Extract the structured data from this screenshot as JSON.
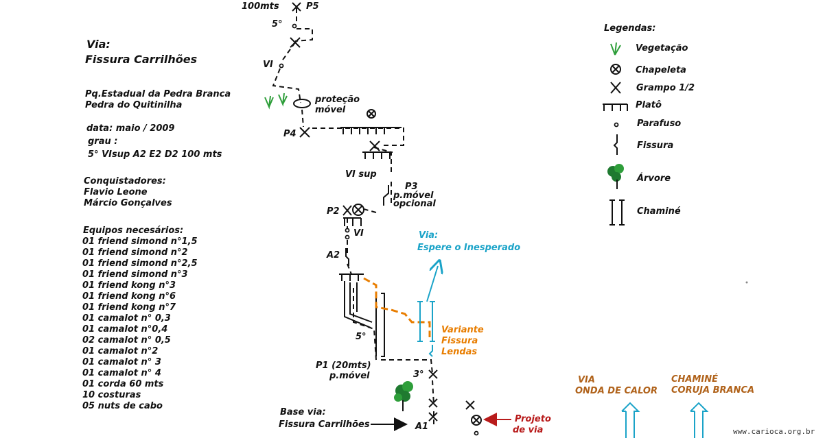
{
  "info": {
    "via_label": "Via:",
    "via_name": "Fissura Carrilhões",
    "park": "Pq.Estadual da Pedra Branca",
    "rock": "Pedra do Quitinilha",
    "date": "data:  maio / 2009",
    "grade_label": "grau :",
    "grade": "5° VIsup   A2    E2 D2  100 mts",
    "conquerors_label": "Conquistadores:",
    "conquerors": [
      "Flavio Leone",
      "Márcio Gonçalves"
    ],
    "equipment_label": "Equipos necesários:",
    "equipment": [
      "01 friend simond n°1,5",
      "01 friend simond n°2",
      "01 friend simond n°2,5",
      "01 friend simond n°3",
      "01 friend kong n°3",
      "01 friend kong n°6",
      "01 friend kong n°7",
      "01 camalot n° 0,3",
      "01 camalot n°0,4",
      "02 camalot n° 0,5",
      "01 camalot n°2",
      "01 camalot n° 3",
      "01 camalot n° 4",
      "01 corda 60 mts",
      "10 costuras",
      "05 nuts de cabo"
    ]
  },
  "legend": {
    "title": "Legendas:",
    "items": [
      {
        "label": "Vegetação",
        "icon": "vegetation-icon"
      },
      {
        "label": "Chapeleta",
        "icon": "bolt-hanger-icon"
      },
      {
        "label": "Grampo 1/2",
        "icon": "staple-icon"
      },
      {
        "label": "Platô",
        "icon": "ledge-icon"
      },
      {
        "label": "Parafuso",
        "icon": "screw-icon"
      },
      {
        "label": "Fissura",
        "icon": "crack-icon"
      },
      {
        "label": "Árvore",
        "icon": "tree-icon"
      },
      {
        "label": "Chaminé",
        "icon": "chimney-icon"
      }
    ]
  },
  "topo": {
    "top_length": "100mts",
    "p5": "P5",
    "grade_5a": "5°",
    "grade_vi_a": "VI",
    "protection": [
      "proteção",
      "móvel"
    ],
    "p4": "P4",
    "grade_visup": "VI sup",
    "p3": "P3",
    "p3_note": [
      "p.móvel",
      "opcional"
    ],
    "p2": "P2",
    "grade_vi_b": "VI",
    "a2": "A2",
    "grade_5b": "5°",
    "p1": [
      "P1 (20mts)",
      "p.móvel"
    ],
    "grade_3": "3°",
    "a1": "A1",
    "base": [
      "Base via:",
      "Fissura Carrilhões"
    ],
    "project": [
      "Projeto",
      "de via"
    ],
    "variant": [
      "Variante",
      "Fissura",
      "Lendas"
    ],
    "other_via": [
      "Via:",
      "Espere o Inesperado"
    ],
    "via_onda": [
      "VIA",
      "ONDA DE CALOR"
    ],
    "via_coruja": [
      "CHAMINÉ",
      "CORUJA BRANCA"
    ]
  },
  "colors": {
    "vegetation": "#2e9e3a",
    "tree": "#1f7a30",
    "variant": "#e87d00",
    "other_via": "#1aa3c8",
    "project_arrow": "#b81b1b",
    "chimney_arrows": "#1aa3c8"
  },
  "footer": {
    "site": "www.carioca.org.br"
  }
}
